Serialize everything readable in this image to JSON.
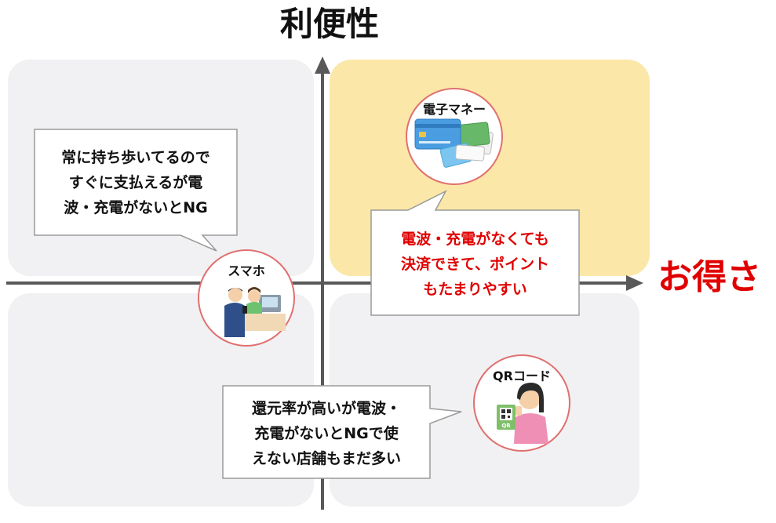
{
  "axes": {
    "y_label": "利便性",
    "x_label": "お得さ"
  },
  "colors": {
    "axis": "#595959",
    "highlight_quadrant": "#fbe7a7",
    "quadrant_bg": "#f1f1f3",
    "red_text": "#e00000",
    "circle_border": "#e07070"
  },
  "items": {
    "emoney": {
      "label": "電子マネー",
      "icon": "cards-icon",
      "comment": "電波・充電がなくても\n決済できて、ポイント\nもたまりやすい"
    },
    "smartphone": {
      "label": "スマホ",
      "icon": "payment-counter-icon",
      "comment": "常に持ち歩いてるので\nすぐに支払えるが電\n波・充電がないとNG"
    },
    "qrcode": {
      "label": "QRコード",
      "icon": "qr-payment-icon",
      "comment": "還元率が高いが電波・\n充電がないとNGで使\nえない店舗もまだ多い"
    }
  }
}
